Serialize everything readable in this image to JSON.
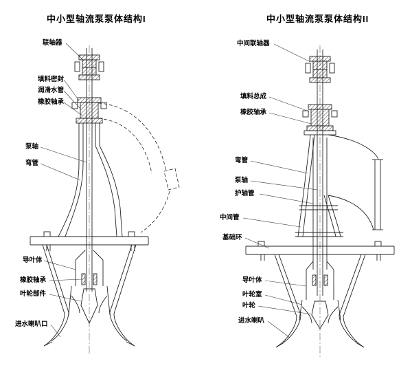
{
  "left": {
    "title": "中小型轴流泵泵体结构I",
    "labels": {
      "coupling": "联轴器",
      "packing_seal": "填料密封",
      "lube_water_pipe": "润滑水管",
      "rubber_bearing_upper": "橡胶轴承",
      "pump_shaft": "泵轴",
      "elbow": "弯管",
      "guide_vane_body": "导叶体",
      "rubber_bearing_lower": "橡胶轴承",
      "impeller_assembly": "叶轮部件",
      "inlet_bell": "进水喇叭口"
    }
  },
  "right": {
    "title": "中小型轴流泵泵体结构II",
    "labels": {
      "intermediate_coupling": "中间联轴器",
      "packing_assembly": "填料总成",
      "rubber_bearing": "橡胶轴承",
      "elbow": "弯管",
      "pump_shaft": "泵轴",
      "shaft_guard_tube": "护轴管",
      "intermediate_pipe": "中间管",
      "foundation_ring": "基础环",
      "guide_vane_body": "导叶体",
      "impeller_chamber": "叶轮室",
      "impeller": "叶轮",
      "inlet_bell": "进水喇叭"
    }
  }
}
